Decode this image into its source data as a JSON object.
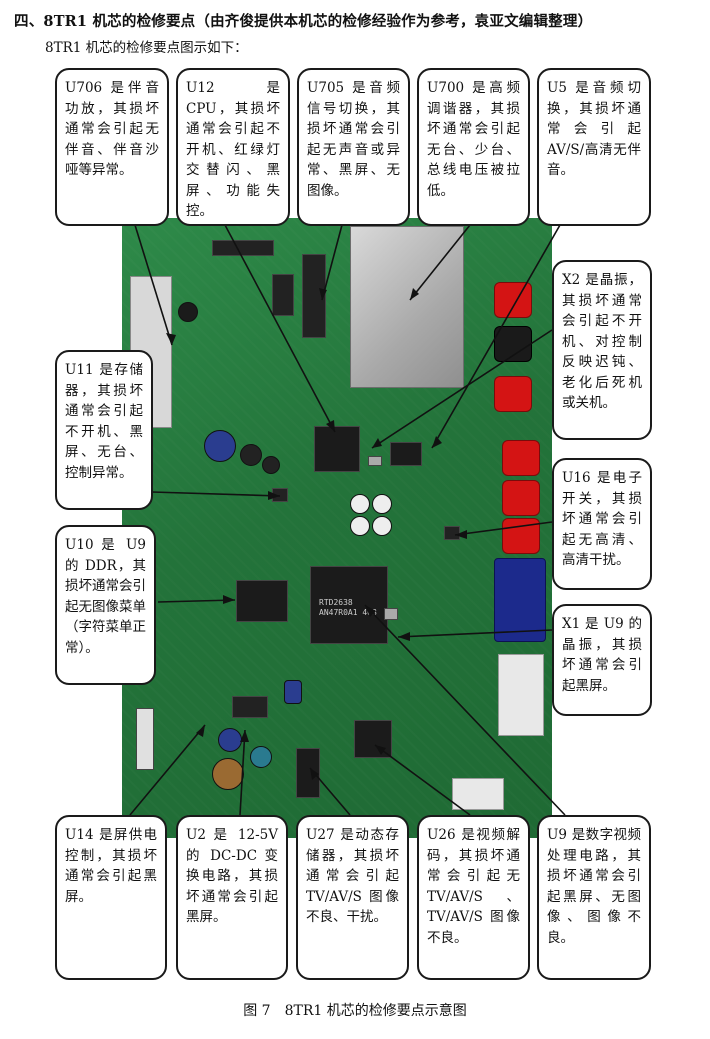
{
  "heading": "四、8TR1 机芯的检修要点（由齐俊提供本机芯的检修经验作为参考，袁亚文编辑整理）",
  "subheading": "8TR1 机芯的检修要点图示如下：",
  "callouts": {
    "u706": "U706 是伴音功放，其损坏通常会引起无伴音、伴音沙哑等异常。",
    "u12": "U12 是 CPU，其损坏通常会引起不开机、红绿灯交替闪、黑屏、功能失控。",
    "u705": "U705 是音频信号切换，其损坏通常会引起无声音或异常、黑屏、无图像。",
    "u700": "U700 是高频调谐器，其损坏通常会引起无台、少台、总线电压被拉低。",
    "u5": "U5 是音频切换，其损坏通常会引起 AV/S/高清无伴音。",
    "x2": "X2 是晶振，其损坏通常会引起不开机、对控制反映迟钝、老化后死机或关机。",
    "u11": "U11 是存储器，其损坏通常会引起不开机、黑屏、无台、控制异常。",
    "u16": "U16 是电子开关，其损坏通常会引起无高清、高清干扰。",
    "u10": "U10 是 U9 的 DDR，其损坏通常会引起无图像菜单（字符菜单正常）。",
    "x1": "X1 是 U9 的晶振，其损坏通常会引起黑屏。",
    "u14": "U14 是屏供电控制，其损坏通常会引起黑屏。",
    "u2": "U2 是 12-5V 的 DC-DC 变换电路，其损坏通常会引起黑屏。",
    "u27": "U27 是动态存储器，其损坏通常会引起 TV/AV/S 图像不良、干扰。",
    "u26": "U26 是视频解码，其损坏通常会引起无 TV/AV/S、TV/AV/S 图像不良。",
    "u9": "U9 是数字视频处理电路，其损坏通常会引起黑屏、无图像、图像不良。"
  },
  "caption": "图 7　8TR1 机芯的检修要点示意图",
  "chip_markings": {
    "u9_mark_1": "RTD2638",
    "u9_mark_2": "AN47R0A1 468"
  }
}
